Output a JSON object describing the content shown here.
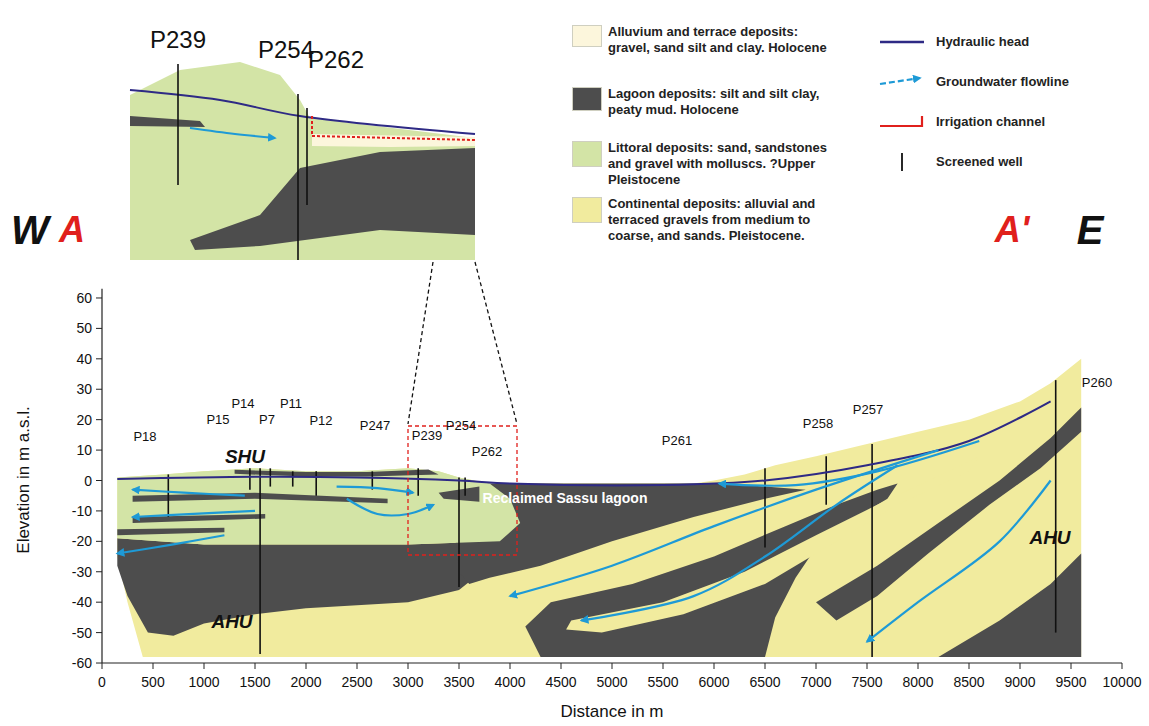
{
  "diagram": {
    "labels": [
      "W",
      "A",
      "A'",
      "E",
      "60",
      "50",
      "40",
      "30",
      "20",
      "10",
      "0",
      "-10",
      "-20",
      "-30",
      "-40",
      "-50",
      "-60",
      "0",
      "500",
      "1000",
      "1500",
      "2000",
      "2500",
      "3000",
      "3500",
      "4000",
      "4500",
      "5000",
      "5500",
      "6000",
      "6500",
      "7000",
      "7500",
      "8000",
      "8500",
      "9000",
      "9500",
      "10000",
      "Elevation in m a.s.l.",
      "Distance in m",
      "P18",
      "P15",
      "P14",
      "P7",
      "P11",
      "P12",
      "P247",
      "P239",
      "P254",
      "P262",
      "P261",
      "P258",
      "P257",
      "P260",
      "SHU",
      "AHU",
      "AHU",
      "Reclaimed Sassu lagoon",
      "P239",
      "P254",
      "P262"
    ],
    "legend": [
      {
        "text": "Alluvium and terrace deposits: gravel, sand silt and clay. Holocene",
        "color": "#fcf6dc"
      },
      {
        "text": "Lagoon deposits: silt and silt clay, peaty mud. Holocene",
        "color": "#4d4d4d"
      },
      {
        "text": "Littoral deposits: sand, sandstones and gravel with molluscs. ?Upper Pleistocene",
        "color": "#d3e4a6"
      },
      {
        "text": "Continental deposits: alluvial and terraced gravels from medium to coarse, and sands. Pleistocene.",
        "color": "#f1eb9e"
      },
      {
        "text": "Hydraulic head"
      },
      {
        "text": "Groundwater flowline"
      },
      {
        "text": "Irrigation channel"
      },
      {
        "text": "Screened well"
      }
    ]
  }
}
